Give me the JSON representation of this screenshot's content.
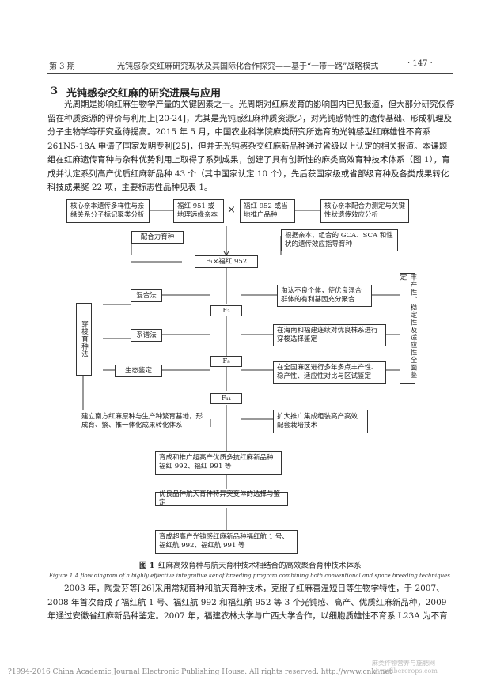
{
  "header": {
    "issue": "第 3 期",
    "running_title": "光钝感杂交红麻研究现状及其国际化合作探究——基于“一带一路”战略模式",
    "page_number": "· 147 ·"
  },
  "section": {
    "number": "3",
    "title": "光钝感杂交红麻的研究进展与应用"
  },
  "intro_paragraph": "光周期是影响红麻生物学产量的关键因素之一。光周期对红麻发育的影响国内已见报道，但大部分研究仅停留在种质资源的评价与利用上[20-24]，尤其是光钝感红麻种质资源少，对光钝感特性的遗传基础、形成机理及分子生物学等研究亟待提高。2015 年 5 月，中国农业科学院麻类研究所选育的光钝感型红麻雄性不育系 261N5-18A 申请了国家发明专利[25]，但并无光钝感杂交红麻新品种通过省级以上认定的相关报道。本课题组在红麻遗传育种与杂种优势利用上取得了系列成果，创建了具有创新性的麻类高效育种技术体系（图 1），育成并认定系列高产优质红麻新品种 43 个（其中国家认定 10 个），先后获国家级或省部级育种及各类成果转化科技成果奖 22 项，主要标志性品种见表 1。",
  "flowchart": {
    "box_top_left": "核心亲本遗传多样性与亲缘关系分子标记聚类分析",
    "box_parent1": "福红 951 或地理远缘亲本",
    "cross_symbol": "×",
    "box_parent2": "福红 952 或当地推广品种",
    "box_top_right": "核心亲本配合力测定与关键性状遗传效应分析",
    "box_cross_breed": "配合力育种",
    "box_gca_sca": "根据亲本、组合的 GCA、SCA 和性状的遗传效应指导育种",
    "box_f1": "F₁×福红 952",
    "box_side_method": "穿梭育种法",
    "box_mixed": "混合法",
    "box_eliminate": "淘汰不良个体，使优良混合群体的有利基因充分聚合",
    "box_f3": "F₃",
    "box_pedigree": "系谱法",
    "box_hainan": "在海南和福建连续对优良株系进行穿梭选择鉴定",
    "box_f8": "F₈",
    "box_eco": "生态鉴定",
    "box_national": "在全国麻区进行多年多点丰产性、稳产性、适应性对比与区试鉴定",
    "box_f11": "F₁₁",
    "box_right_vertical": "丰产性、稳定性及适应性全面鉴定",
    "box_south": "建立南方红麻原种与生产种繁育基地，形成育、繁、推一体化成果转化体系",
    "box_extend": "扩大推广集成组装高产高效配套栽培技术",
    "box_result1": "育成和推广超高产优质多抗红麻新品种福红 992、福红 991 等",
    "box_space": "优良品种航天育种特异突变体的选择与鉴定",
    "box_result2": "育成超高产光钝感红麻新品种福红航 1 号、福红航 992、福红航 991 等"
  },
  "figure_caption": {
    "label": "图 1",
    "text": "红麻高效育种与航天育种技术相结合的高效聚合育种技术体系",
    "english": "Figure 1   A flow diagram of a highly effective integrative kenaf breeding program combining both conventional and space breeding techniques"
  },
  "after_paragraph": "2003 年，陶爱芬等[26]采用常规育种和航天育种技术，克服了红麻喜温短日等生物学特性，于 2007、2008 年首次育成了福红航 1 号、福红航 992 和福红航 952 等 3 个光钝感、高产、优质红麻新品种，2009 年通过安徽省红麻新品种鉴定。2007 年，福建农林大学与广西大学合作，以细胞质雄性不育系 L23A 为不育",
  "footer": {
    "copyright": "?1994-2016 China Academic Journal Electronic Publishing House. All rights reserved.    http://www.cnki.net",
    "watermark": "麻类作物营养与施肥网  www.fibercrops.com"
  }
}
